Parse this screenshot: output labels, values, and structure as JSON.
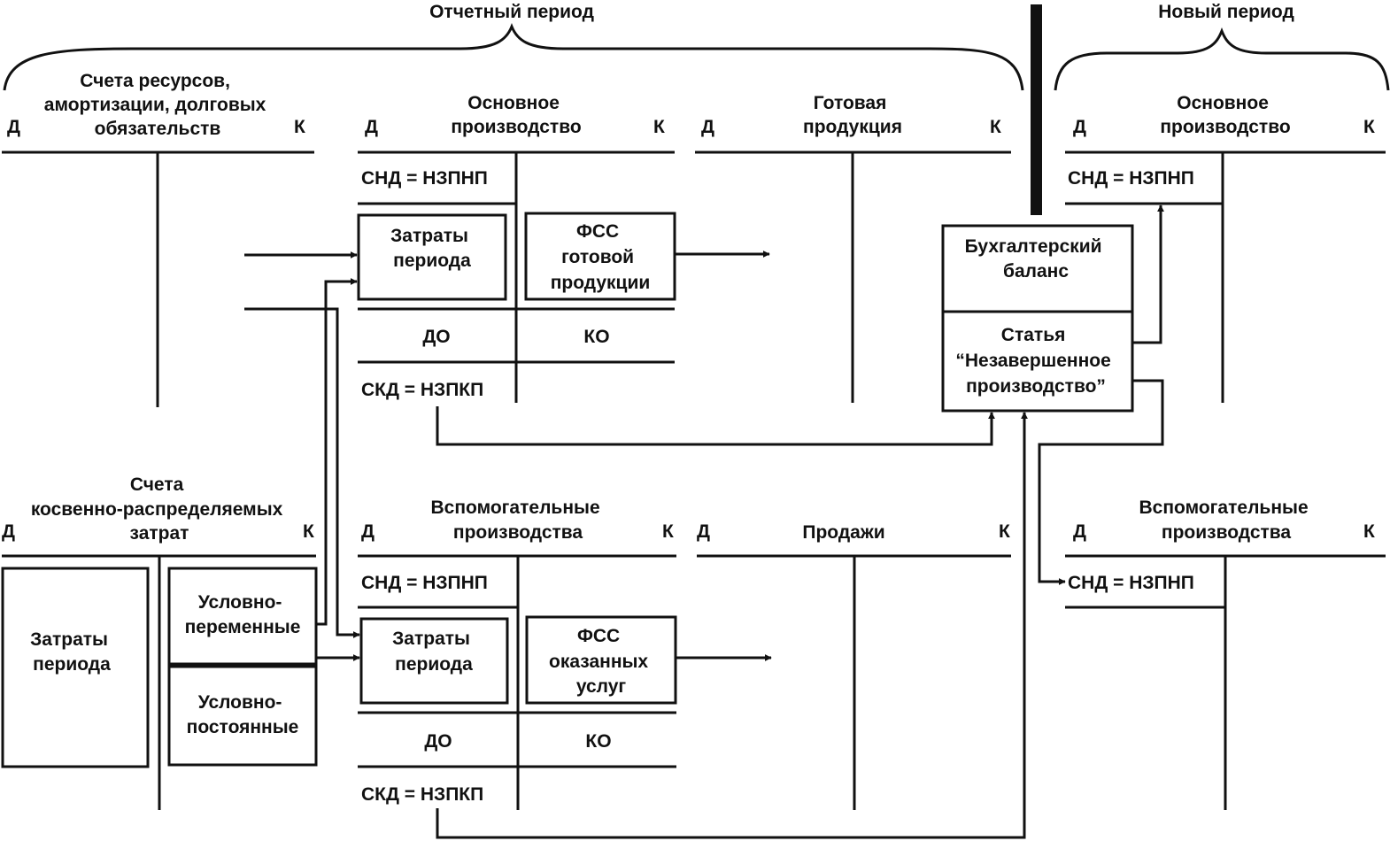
{
  "labels": {
    "reporting_period": "Отчетный период",
    "new_period": "Новый период",
    "debit": "Д",
    "credit": "К"
  },
  "accounts": {
    "resources": [
      "Счета ресурсов,",
      "амортизации, долговых",
      "обязательств"
    ],
    "main_prod": [
      "Основное",
      "производство"
    ],
    "finished_goods": [
      "Готовая",
      "продукция"
    ],
    "indirect": [
      "Счета",
      "косвенно-распределяемых",
      "затрат"
    ],
    "aux_prod": [
      "Вспомогательные",
      "производства"
    ],
    "sales": "Продажи",
    "main_prod_new": [
      "Основное",
      "производство"
    ],
    "aux_prod_new": [
      "Вспомогательные",
      "производства"
    ]
  },
  "entries": {
    "snd": "СНД = НЗПНП",
    "skd": "СКД = НЗПКП",
    "do": "ДО",
    "ko": "КО",
    "period_costs": [
      "Затраты",
      "периода"
    ],
    "fss_goods": [
      "ФСС",
      "готовой",
      "продукции"
    ],
    "fss_services": [
      "ФСС",
      "оказанных",
      "услуг"
    ],
    "var_costs": [
      "Условно-",
      "переменные"
    ],
    "fixed_costs": [
      "Условно-",
      "постоянные"
    ]
  },
  "balance": {
    "title": [
      "Бухгалтерский",
      "баланс"
    ],
    "item": [
      "Статья",
      "“Незавершенное",
      "производство”"
    ]
  }
}
